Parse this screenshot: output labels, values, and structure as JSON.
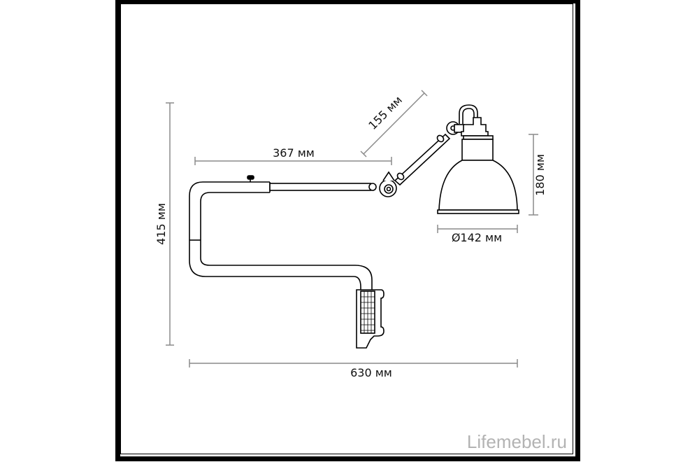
{
  "diagram": {
    "subject": "Wall lamp with articulated arm and clamp",
    "dimensions": {
      "arm_length": "367 мм",
      "upper_arm_length": "155 мм",
      "shade_height": "180 мм",
      "shade_diameter": "Ø142 мм",
      "total_height": "415 мм",
      "total_width": "630 мм"
    },
    "colors": {
      "line": "#000000",
      "dimension_line": "#8a8a8a",
      "watermark": "#b3b3b3"
    }
  },
  "watermark": "Lifemebel.ru"
}
